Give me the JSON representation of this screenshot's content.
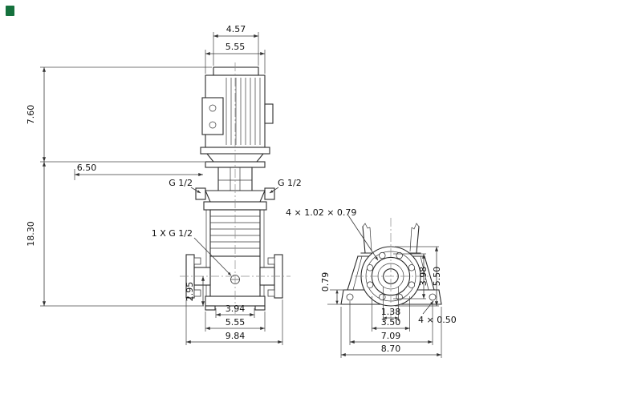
{
  "meta": {
    "background": "#ffffff",
    "line_color": "#2b2b2b",
    "logo_color": "#15713d"
  },
  "front_view": {
    "dim_fan_cover_width": "4.57",
    "dim_motor_width": "5.55",
    "dim_motor_height": "7.60",
    "dim_head_depth": "6.50",
    "dim_pump_height": "18.30",
    "port_left_label": "G 1/2",
    "port_right_label": "G 1/2",
    "drain_label": "1 X G 1/2",
    "dim_port_center_height": "2.95",
    "dim_base_bolt_spacing": "3.94",
    "dim_base_width": "5.55",
    "dim_flange_to_flange": "9.84"
  },
  "base_view": {
    "flange_holes_label": "4 × 1.02 × 0.79",
    "dim_base_plate_thickness": "0.79",
    "dim_bolt_circle": "3.98",
    "dim_flange_od": "5.50",
    "dim_bore": "1.38",
    "dim_hub": "3.50",
    "dim_foot_hole_spacing": "7.09",
    "dim_base_length": "8.70",
    "corner_holes_label": "4 × 0.50"
  }
}
